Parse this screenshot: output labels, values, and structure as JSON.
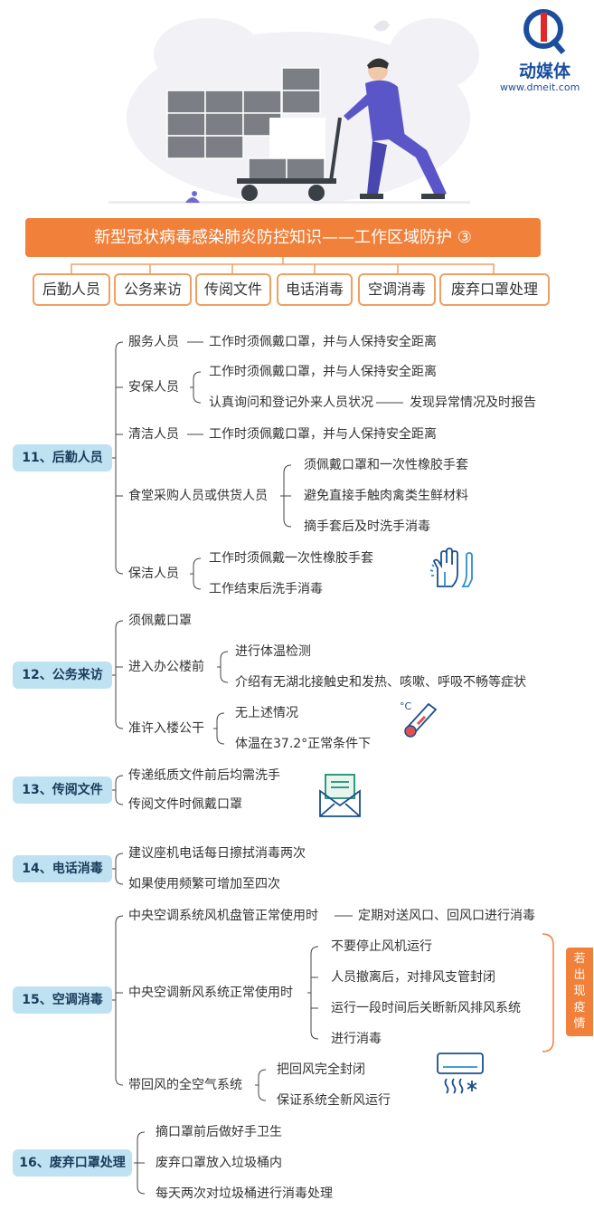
{
  "logo": {
    "text": "动媒体",
    "url": "www.dmeit.com"
  },
  "title": "新型冠状病毒感染肺炎防控知识——工作区域防护 ③",
  "tabs": [
    "后勤人员",
    "公务来访",
    "传阅文件",
    "电话消毒",
    "空调消毒",
    "废弃口罩处理"
  ],
  "sections": {
    "s11": {
      "label": "11、后勤人员",
      "n1": "服务人员",
      "n1a": "工作时须佩戴口罩，并与人保持安全距离",
      "n2": "安保人员",
      "n2a": "工作时须佩戴口罩，并与人保持安全距离",
      "n2b": "认真询问和登记外来人员状况",
      "n2c": "发现异常情况及时报告",
      "n3": "清洁人员",
      "n3a": "工作时须佩戴口罩，并与人保持安全距离",
      "n4": "食堂采购人员或供货人员",
      "n4a": "须佩戴口罩和一次性橡胶手套",
      "n4b": "避免直接手触肉禽类生鲜材料",
      "n4c": "摘手套后及时洗手消毒",
      "n5": "保洁人员",
      "n5a": "工作时须佩戴一次性橡胶手套",
      "n5b": "工作结束后洗手消毒"
    },
    "s12": {
      "label": "12、公务来访",
      "n1": "须佩戴口罩",
      "n2": "进入办公楼前",
      "n2a": "进行体温检测",
      "n2b": "介绍有无湖北接触史和发热、咳嗽、呼吸不畅等症状",
      "n3": "准许入楼公干",
      "n3a": "无上述情况",
      "n3b": "体温在37.2°正常条件下"
    },
    "s13": {
      "label": "13、传阅文件",
      "n1": "传递纸质文件前后均需洗手",
      "n2": "传阅文件时佩戴口罩"
    },
    "s14": {
      "label": "14、电话消毒",
      "n1": "建议座机电话每日擦拭消毒两次",
      "n2": "如果使用频繁可增加至四次"
    },
    "s15": {
      "label": "15、空调消毒",
      "n1": "中央空调系统风机盘管正常使用时",
      "n1a": "定期对送风口、回风口进行消毒",
      "n2": "中央空调新风系统正常使用时",
      "n2a": "不要停止风机运行",
      "n2b": "人员撤离后，对排风支管封闭",
      "n2c": "运行一段时间后关断新风排风系统",
      "n2d": "进行消毒",
      "n3": "带回风的全空气系统",
      "n3a": "把回风完全封闭",
      "n3b": "保证系统全新风运行",
      "epidemic": [
        "若",
        "出",
        "现",
        "疫",
        "情"
      ]
    },
    "s16": {
      "label": "16、废弃口罩处理",
      "n1": "摘口罩前后做好手卫生",
      "n2": "废弃口罩放入垃圾桶内",
      "n3": "每天两次对垃圾桶进行消毒处理"
    }
  },
  "colors": {
    "accent": "#f0803a",
    "section_bg": "#bfe2f2",
    "logo_blue": "#1b4f9e",
    "worker": "#5a56c8"
  },
  "icons": [
    "gloves-icon",
    "thermometer-icon",
    "envelope-icon",
    "air-conditioner-icon",
    "logo-icon"
  ]
}
